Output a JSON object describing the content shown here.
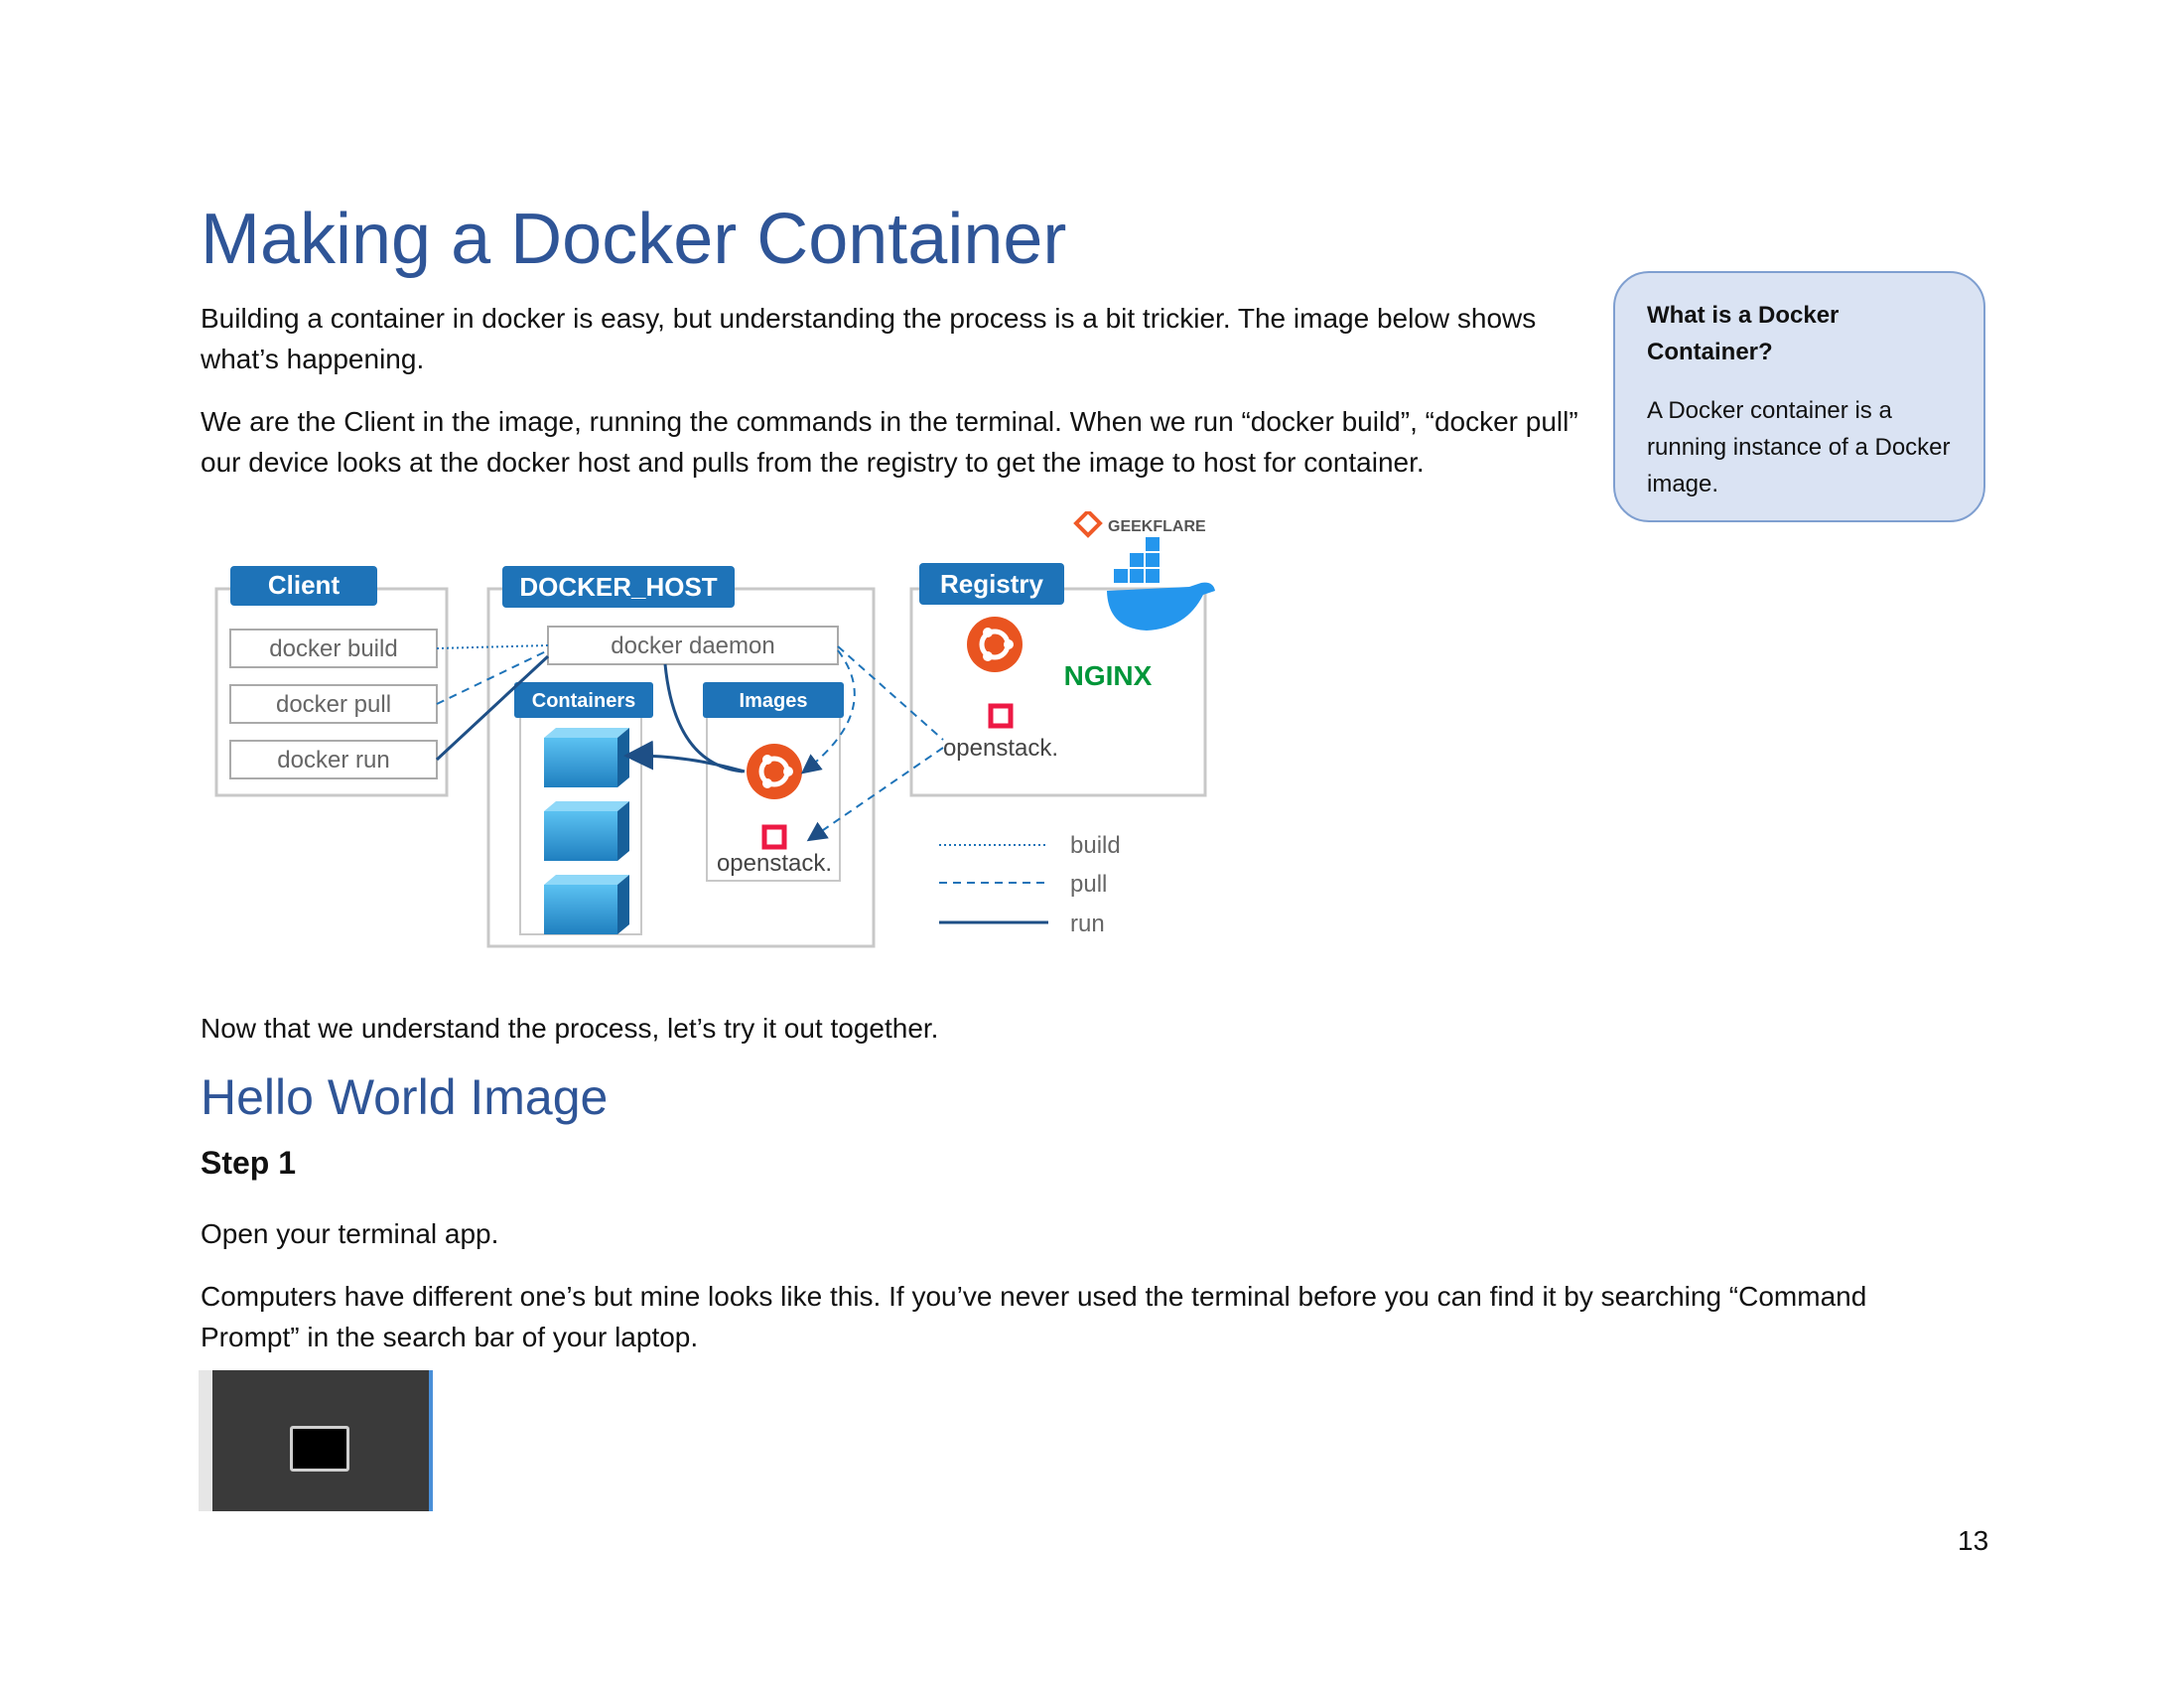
{
  "title": "Making a Docker Container",
  "paragraphs": {
    "p1": "Building a container in docker is easy, but understanding the process is a bit trickier. The image below shows what’s happening.",
    "p2": "We are the Client in the image, running the commands in the terminal. When we run “docker build”, “docker pull” our device looks at the docker host and pulls from the registry to get the image to host for container.",
    "p3": "Now that we understand the process, let’s try it out together.",
    "p4": "Open your terminal app.",
    "p5": "Computers have different one’s but mine looks like this. If you’ve never used the terminal before you can find it by searching “Command Prompt” in the search bar of your laptop."
  },
  "sidebar": {
    "title": "What is a Docker Container?",
    "body": "A Docker container is a running instance of a Docker image."
  },
  "section_heading": "Hello World Image",
  "step_heading": "Step 1",
  "page_number": "13",
  "diagram": {
    "brand": "GEEKFLARE",
    "client_label": "Client",
    "client_commands": [
      "docker build",
      "docker pull",
      "docker run"
    ],
    "host_label": "DOCKER_HOST",
    "daemon_label": "docker daemon",
    "containers_label": "Containers",
    "images_label": "Images",
    "registry_label": "Registry",
    "openstack_label": "openstack.",
    "nginx_label": "NGINX",
    "legend": [
      "build",
      "pull",
      "run"
    ],
    "colors": {
      "accent": "#1e73b8",
      "ubuntu": "#e95420",
      "openstack": "#ed1944",
      "nginx": "#009639",
      "title": "#2f5597"
    }
  },
  "terminal_image_icon": "terminal-icon"
}
